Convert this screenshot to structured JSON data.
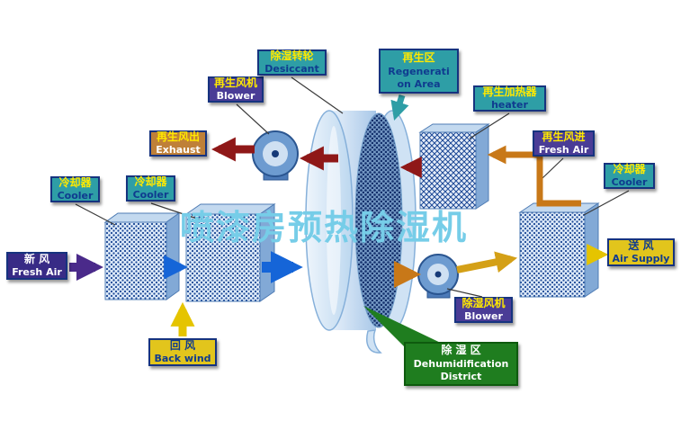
{
  "title": "喷漆房预热除湿机",
  "labels": {
    "regen_blower": {
      "zh": "再生风机",
      "en": "Blower"
    },
    "desiccant": {
      "zh": "除湿转轮",
      "en": "Desiccant"
    },
    "regen_area": {
      "zh": "再生区",
      "en1": "Regenerati",
      "en2": "on Area"
    },
    "regen_heater": {
      "zh": "再生加热器",
      "en": "heater"
    },
    "exhaust": {
      "zh": "再生风出",
      "en": "Exhaust"
    },
    "regen_fresh_air": {
      "zh": "再生风进",
      "en": "Fresh Air"
    },
    "cooler_left_outer": {
      "zh": "冷却器",
      "en": "Cooler"
    },
    "cooler_left_inner": {
      "zh": "冷却器",
      "en": "Cooler"
    },
    "cooler_right": {
      "zh": "冷却器",
      "en": "Cooler"
    },
    "fresh_air_in": {
      "zh": "新  风",
      "en": "Fresh Air"
    },
    "air_supply": {
      "zh": "送  风",
      "en": "Air Supply"
    },
    "back_wind": {
      "zh": "回  风",
      "en": "Back wind"
    },
    "dehum_blower": {
      "zh": "除湿风机",
      "en": "Blower"
    },
    "dehum_district": {
      "zh": "除 湿 区",
      "en1": "Dehumidification",
      "en2": "District"
    }
  },
  "colors": {
    "label_teal": "#2E9EA6",
    "label_purple": "#4A3C96",
    "label_dark_purple": "#382B86",
    "label_orange": "#BF8038",
    "label_yellow": "#E2C51C",
    "label_green": "#1F7D1F",
    "label_border_navy": "#16337F",
    "text_yellow": "#FFE900",
    "text_navy": "#0F3B8F",
    "arrow_blue": "#1565D8",
    "arrow_dark_red": "#8F1818",
    "arrow_orange": "#C87818",
    "arrow_gold": "#D4A017",
    "arrow_yellow": "#E5C400",
    "arrow_purple": "#4A2A8A",
    "arrow_teal": "#2E9EA6",
    "title_color": "#76CDE8"
  }
}
